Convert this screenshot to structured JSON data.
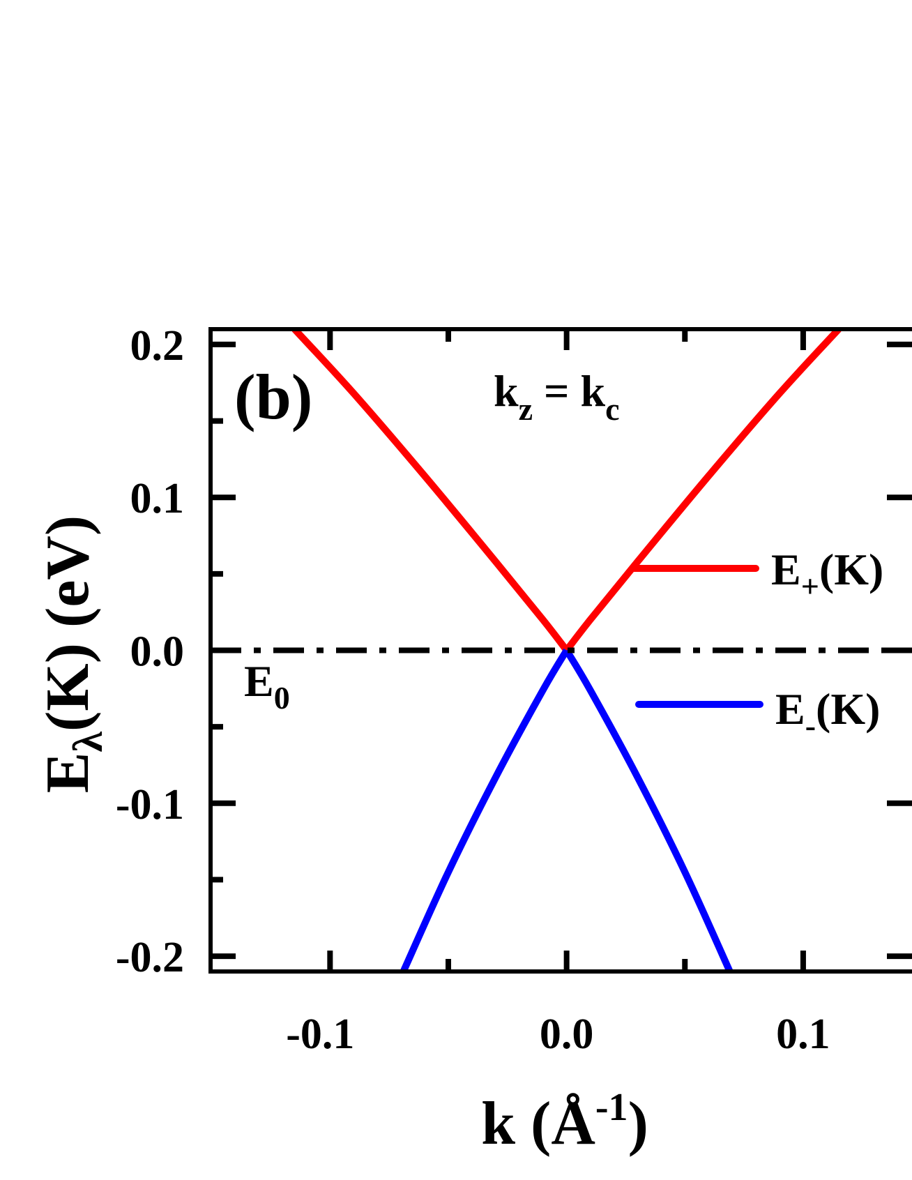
{
  "chart_data": {
    "type": "line",
    "panel_label": "(b)",
    "annotation": {
      "main": "k",
      "sub1": "z",
      "eq": " = k",
      "sub2": "c"
    },
    "reference_line": {
      "y": 0.0,
      "style": "dash-dot",
      "label_main": "E",
      "label_sub": "0"
    },
    "xlabel": {
      "main": "k (Å",
      "sup": "-1",
      "close": ")"
    },
    "ylabel": {
      "main": "E",
      "sub": "λ",
      "rest": "(K) (eV)"
    },
    "xlim": [
      -0.1505,
      0.146
    ],
    "ylim": [
      -0.21,
      0.21
    ],
    "xticks": [
      -0.1,
      0.0,
      0.1
    ],
    "xtick_labels": [
      "-0.1",
      "0.0",
      "0.1"
    ],
    "x_minor_ticks": [
      -0.05,
      0.05
    ],
    "yticks": [
      -0.2,
      -0.1,
      0.0,
      0.1,
      0.2
    ],
    "ytick_labels": [
      "-0.2",
      "-0.1",
      "0.0",
      "0.1",
      "0.2"
    ],
    "y_minor_ticks": [
      -0.15,
      -0.05,
      0.05,
      0.15
    ],
    "grid": false,
    "legend_placement": "right",
    "series": [
      {
        "name_main": "E",
        "name_sub": "+",
        "name_rest": "(K)",
        "color": "#ff0000",
        "branches": [
          {
            "x": [
              -0.115,
              -0.09,
              -0.06,
              -0.03,
              -0.01,
              0.0
            ],
            "y": [
              0.21,
              0.168,
              0.114,
              0.058,
              0.02,
              0.0
            ]
          },
          {
            "x": [
              0.0,
              0.01,
              0.03,
              0.06,
              0.09,
              0.115
            ],
            "y": [
              0.0,
              0.02,
              0.058,
              0.114,
              0.168,
              0.21
            ]
          }
        ]
      },
      {
        "name_main": "E",
        "name_sub": "-",
        "name_rest": "(K)",
        "color": "#0000ff",
        "branches": [
          {
            "x": [
              -0.069,
              -0.05,
              -0.03,
              -0.01,
              0.0
            ],
            "y": [
              -0.21,
              -0.145,
              -0.083,
              -0.026,
              0.0
            ]
          },
          {
            "x": [
              0.0,
              0.01,
              0.03,
              0.05,
              0.069
            ],
            "y": [
              0.0,
              -0.026,
              -0.083,
              -0.145,
              -0.21
            ]
          }
        ]
      }
    ]
  }
}
